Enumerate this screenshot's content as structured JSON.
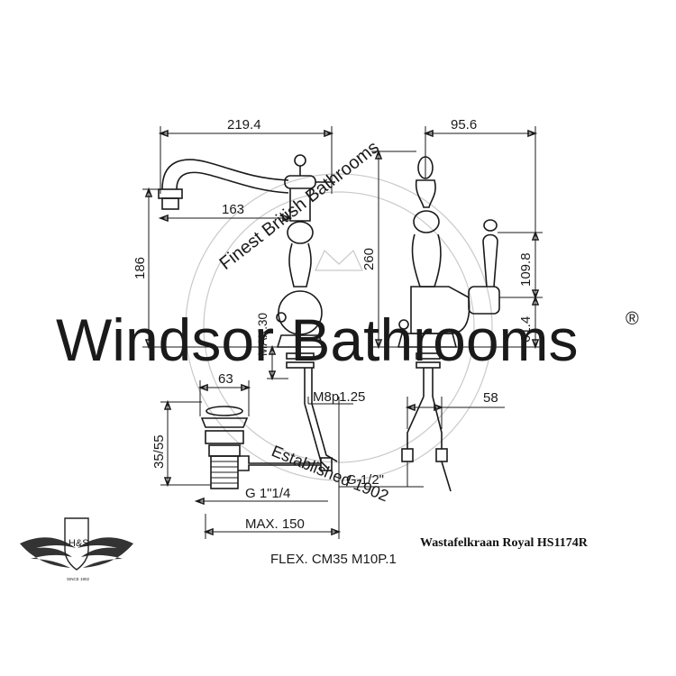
{
  "watermark": {
    "brand": "Windsor Bathrooms",
    "ring_top": "Finest British Bathrooms",
    "ring_bottom": "Established 1902",
    "registered_mark": "®"
  },
  "dimensions": {
    "spout_width": "219.4",
    "spout_reach": "163",
    "height_186": "186",
    "max_30": "MAX.30",
    "thread_m8": "M8p1.25",
    "side_width": "95.6",
    "height_260": "260",
    "lever_109": "109.8",
    "lever_61": "61.4",
    "outlet_58": "58",
    "waste_63": "63",
    "waste_35_55": "35/55",
    "thread_g114": "G 1\"1/4",
    "max_150": "MAX. 150",
    "thread_g12": "G 1/2\"",
    "flex_label": "FLEX. CM35  M10P.1"
  },
  "product_title": "Wastafelkraan Royal HS1174R",
  "logo": {
    "letters": "H&S",
    "since": "SINCE 1902"
  },
  "colors": {
    "line": "#1a1a1a",
    "watermark": "#cfcfcf",
    "background": "#ffffff"
  }
}
